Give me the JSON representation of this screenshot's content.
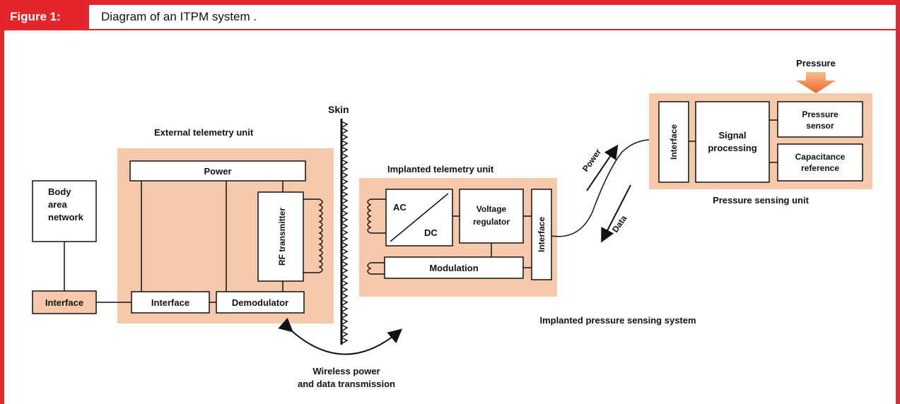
{
  "figure": {
    "label": "Figure 1:",
    "title": "Diagram of an ITPM system ."
  },
  "colors": {
    "frame": "#e3262b",
    "unit_fill": "#f5c9aa",
    "arrow": "#f08a3a",
    "box": "#ffffff",
    "line": "#111111"
  },
  "labels": {
    "skin": "Skin",
    "external_unit": "External telemetry unit",
    "power": "Power",
    "rf_transmitter": "RF transmitter",
    "body_area_network_1": "Body",
    "body_area_network_2": "area",
    "body_area_network_3": "network",
    "interface_left": "Interface",
    "interface_ext": "Interface",
    "demodulator": "Demodulator",
    "implanted_unit": "Implanted telemetry unit",
    "ac": "AC",
    "dc": "DC",
    "voltage_regulator_1": "Voltage",
    "voltage_regulator_2": "regulator",
    "modulation": "Modulation",
    "interface_impl": "Interface",
    "power_arrow": "Power",
    "data_arrow": "Data",
    "pressure": "Pressure",
    "interface_sensor": "Interface",
    "signal_processing_1": "Signal",
    "signal_processing_2": "processing",
    "pressure_sensor_1": "Pressure",
    "pressure_sensor_2": "sensor",
    "capacitance_ref_1": "Capacitance",
    "capacitance_ref_2": "reference",
    "pressure_sensing_unit": "Pressure sensing unit",
    "implanted_system": "Implanted pressure sensing system",
    "wireless_1": "Wireless power",
    "wireless_2": "and data transmission"
  }
}
